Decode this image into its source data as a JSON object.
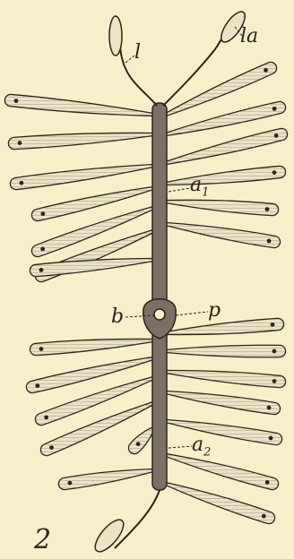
{
  "labels": {
    "l": "l",
    "la": "la",
    "a1_base": "a",
    "a1_sub": "1",
    "b": "b",
    "p": "p",
    "a2_base": "a",
    "a2_sub": "2",
    "figure_number": "2"
  },
  "colors": {
    "background": "#f6efc9",
    "ink": "#2a241c",
    "axis_fill": "#7a7066",
    "arm_fill": "#ebe3c6"
  }
}
